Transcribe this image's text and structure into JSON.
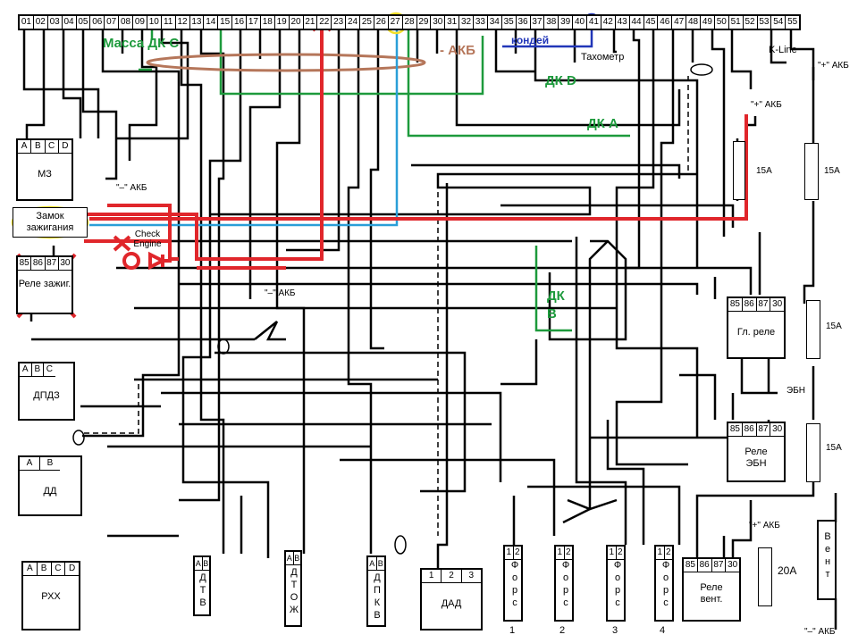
{
  "connector": {
    "pins": [
      "01",
      "02",
      "03",
      "04",
      "05",
      "06",
      "07",
      "08",
      "09",
      "10",
      "11",
      "12",
      "13",
      "14",
      "15",
      "16",
      "17",
      "18",
      "19",
      "20",
      "21",
      "22",
      "23",
      "24",
      "25",
      "26",
      "27",
      "28",
      "29",
      "30",
      "31",
      "32",
      "33",
      "34",
      "35",
      "36",
      "37",
      "38",
      "39",
      "40",
      "41",
      "42",
      "43",
      "44",
      "45",
      "46",
      "47",
      "48",
      "49",
      "50",
      "51",
      "52",
      "53",
      "54",
      "55"
    ],
    "kline": "K-Line"
  },
  "annotations": {
    "massa_dk_c": "Масса ДК С",
    "minus_akb": "- АКБ",
    "kondey": "кондей",
    "tachometer": "Тахометр",
    "dk_d": "ДК D",
    "dk_a": "ДК А",
    "dk_b": "ДК В"
  },
  "labels": {
    "plus_akb": "\"+\" АКБ",
    "minus_akb_q": "\"–\" АКБ",
    "ebn": "ЭБН",
    "check_engine": "Check Engine",
    "fuse_15a": "15А",
    "fuse_20a": "20А"
  },
  "components": {
    "mz": {
      "pins": [
        "A",
        "B",
        "C",
        "D"
      ],
      "label": "МЗ"
    },
    "ignition_lock": {
      "label": "Замок зажигания"
    },
    "ignition_relay": {
      "pins": [
        "85",
        "86",
        "87",
        "30"
      ],
      "label": "Реле зажиг."
    },
    "dpdz": {
      "pins": [
        "A",
        "B",
        "C"
      ],
      "label": "ДПДЗ"
    },
    "dd": {
      "pins": [
        "A",
        "B"
      ],
      "label": "ДД"
    },
    "rhh": {
      "pins": [
        "A",
        "B",
        "C",
        "D"
      ],
      "label": "РХХ"
    },
    "dtv": {
      "pins": [
        "A",
        "B"
      ],
      "label": "ДТВ"
    },
    "dtozh": {
      "pins": [
        "A",
        "B"
      ],
      "label": "ДТОЖ"
    },
    "dpkv": {
      "pins": [
        "A",
        "B"
      ],
      "label": "ДПКВ"
    },
    "dad": {
      "pins": [
        "1",
        "2",
        "3"
      ],
      "label": "ДАД"
    },
    "injectors": [
      {
        "pins": [
          "1",
          "2"
        ],
        "label": "Форс",
        "num": "1"
      },
      {
        "pins": [
          "1",
          "2"
        ],
        "label": "Форс",
        "num": "2"
      },
      {
        "pins": [
          "1",
          "2"
        ],
        "label": "Форс",
        "num": "3"
      },
      {
        "pins": [
          "1",
          "2"
        ],
        "label": "Форс",
        "num": "4"
      }
    ],
    "main_relay": {
      "pins": [
        "85",
        "86",
        "87",
        "30"
      ],
      "label": "Гл. реле"
    },
    "ebn_relay": {
      "pins": [
        "85",
        "86",
        "87",
        "30"
      ],
      "label": "Реле ЭБН"
    },
    "fan_relay": {
      "pins": [
        "85",
        "86",
        "87",
        "30"
      ],
      "label": "Реле вент."
    },
    "fan": {
      "label": "Вент"
    }
  },
  "colors": {
    "wire": "#000000",
    "red": "#e0262b",
    "green": "#1d9a3c",
    "light_blue": "#2a9fd8",
    "dark_blue": "#2136b8",
    "brown": "#b5765a",
    "yellow": "#f2df2a"
  }
}
